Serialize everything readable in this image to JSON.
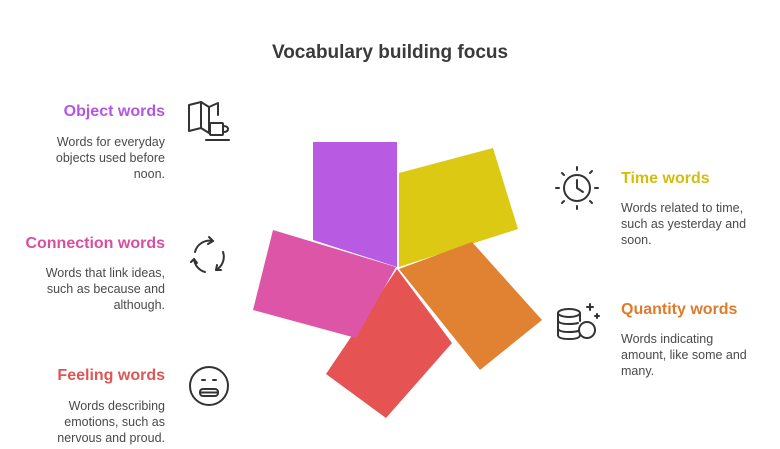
{
  "title": "Vocabulary building focus",
  "items": [
    {
      "key": "object",
      "heading": "Object words",
      "description": [
        "Words for everyday",
        "objects used before",
        "noon."
      ],
      "color": "#b85ae2",
      "icon": "book-and-cup-icon"
    },
    {
      "key": "connection",
      "heading": "Connection words",
      "description": [
        "Words that link ideas,",
        "such as because and",
        "although."
      ],
      "color": "#dd55a6",
      "icon": "cycle-arrows-icon"
    },
    {
      "key": "feeling",
      "heading": "Feeling words",
      "description": [
        "Words describing",
        "emotions, such as",
        "nervous and proud."
      ],
      "color": "#e55353",
      "icon": "grimace-face-icon"
    },
    {
      "key": "time",
      "heading": "Time words",
      "description": [
        "Words related to time,",
        "such as yesterday and",
        "soon."
      ],
      "color": "#dcc914",
      "icon": "clock-icon"
    },
    {
      "key": "quantity",
      "heading": "Quantity words",
      "description": [
        "Words indicating",
        "amount, like some and",
        "many."
      ],
      "color": "#e08232",
      "icon": "coin-stack-icon"
    }
  ],
  "heading_colors": {
    "object": "#b556e0",
    "connection": "#d84f9f",
    "feeling": "#e05555",
    "time": "#d5bd10",
    "quantity": "#df7b2a"
  }
}
